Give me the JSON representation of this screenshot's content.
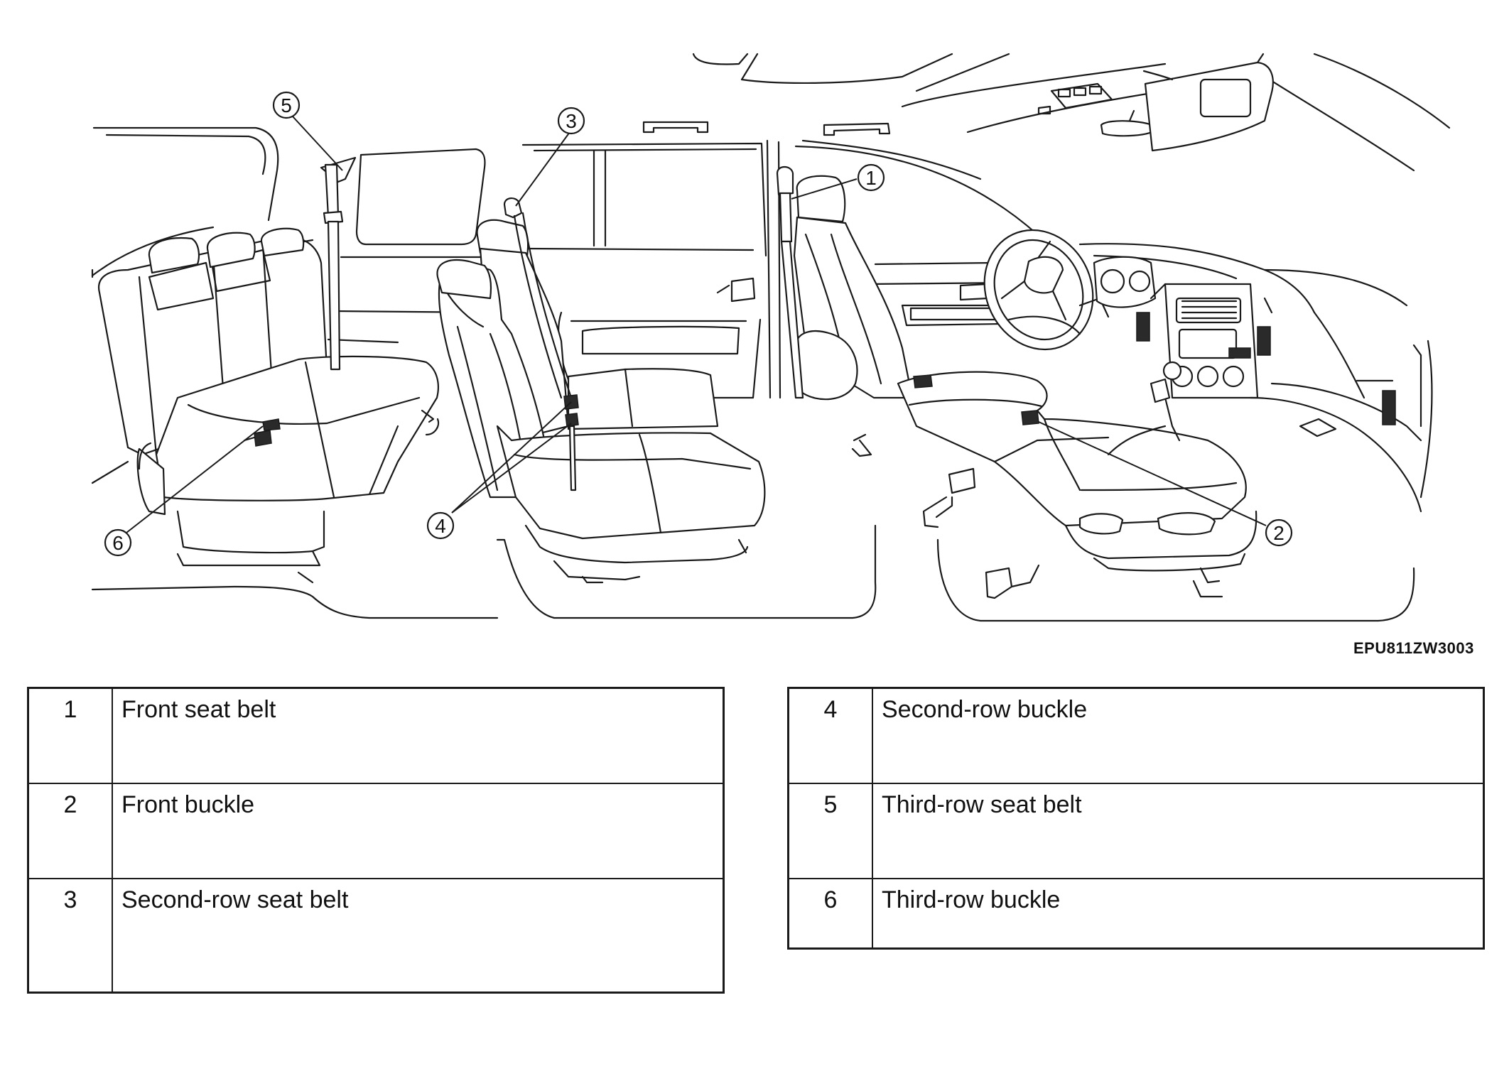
{
  "figure": {
    "code": "EPU811ZW3003",
    "callouts": [
      {
        "n": "1"
      },
      {
        "n": "2"
      },
      {
        "n": "3"
      },
      {
        "n": "4"
      },
      {
        "n": "5"
      },
      {
        "n": "6"
      }
    ]
  },
  "legend": {
    "left": [
      {
        "num": "1",
        "label": "Front seat belt"
      },
      {
        "num": "2",
        "label": "Front buckle"
      },
      {
        "num": "3",
        "label": "Second-row seat belt"
      }
    ],
    "right": [
      {
        "num": "4",
        "label": "Second-row buckle"
      },
      {
        "num": "5",
        "label": "Third-row seat belt"
      },
      {
        "num": "6",
        "label": "Third-row buckle"
      }
    ]
  }
}
